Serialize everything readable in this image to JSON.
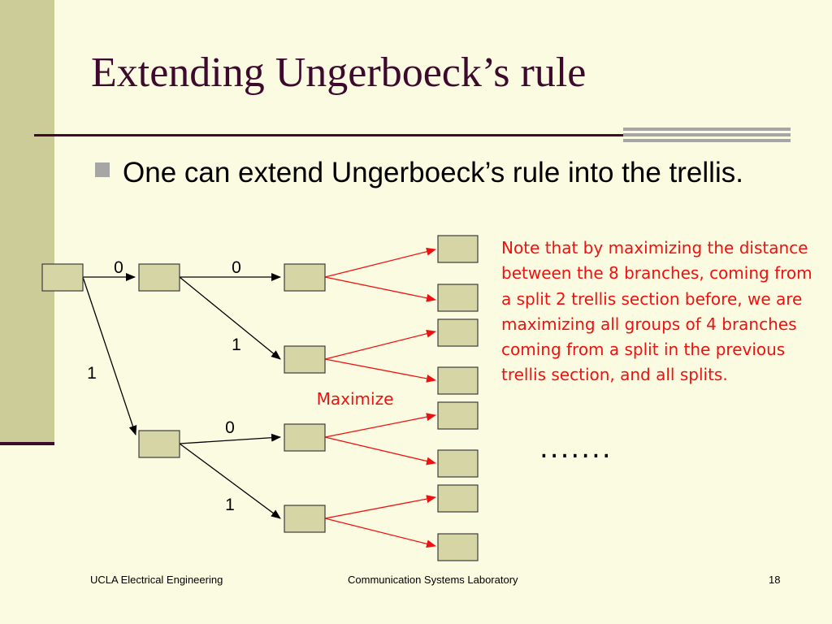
{
  "slide": {
    "title": "Extending Ungerboeck’s rule",
    "bullet": "One can extend Ungerboeck’s rule into the trellis.",
    "note": "Note that by maximizing the distance  between the 8 branches, coming from a split 2 trellis section before, we are maximizing all groups of 4 branches coming from a split in the previous trellis section, and all splits.",
    "continuation": ".......",
    "footer": {
      "left": "UCLA Electrical Engineering",
      "center": "Communication Systems Laboratory",
      "page": "18"
    },
    "colors": {
      "background": "#fbfbe1",
      "title": "#3d0a2e",
      "side_band": "#cccc99",
      "accent_gray": "#a6a6a6",
      "node_fill": "#d5d5a6",
      "annotation_red": "#ee1111"
    }
  },
  "trellis": {
    "label_maximize": "Maximize",
    "branch_labels": [
      "0",
      "0",
      "1",
      "1",
      "0",
      "1"
    ],
    "stage_counts": [
      1,
      2,
      4,
      8
    ],
    "branch_colors": {
      "first_sections": "#000000",
      "last_section": "#ee1111"
    }
  }
}
